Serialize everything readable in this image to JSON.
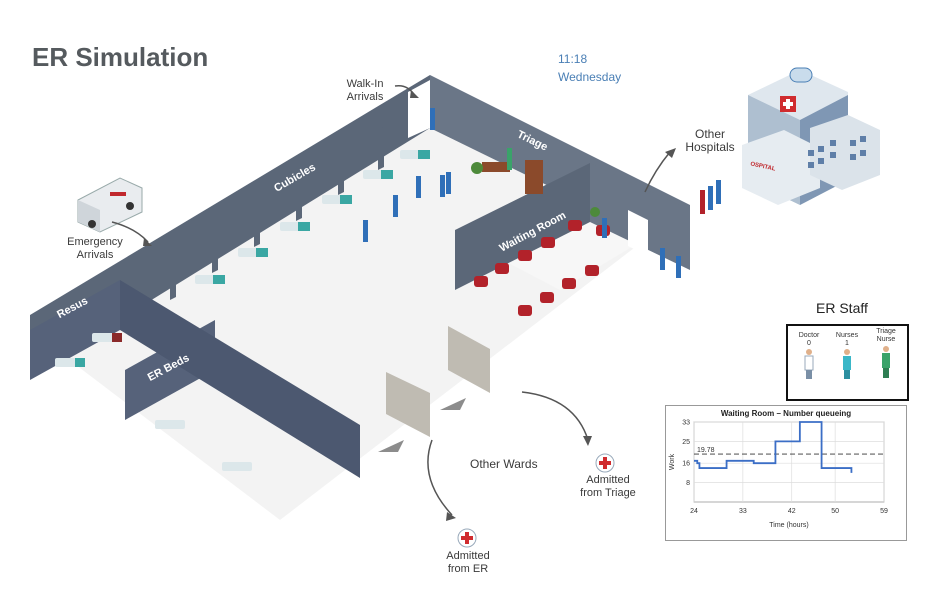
{
  "app": {
    "title": "ER Simulation",
    "clock_time": "11:18",
    "clock_day": "Wednesday"
  },
  "labels": {
    "walk_in": [
      "Walk-In",
      "Arrivals"
    ],
    "emergency": [
      "Emergency",
      "Arrivals"
    ],
    "other_hospitals": [
      "Other",
      "Hospitals"
    ],
    "other_wards": "Other Wards",
    "admitted_triage": [
      "Admitted",
      "from Triage"
    ],
    "admitted_er": [
      "Admitted",
      "from ER"
    ],
    "hospital_sign": "OSPITAL"
  },
  "rooms": {
    "cubicles": "Cubicles",
    "triage": "Triage",
    "waiting": "Waiting Room",
    "resus": "Resus",
    "er_beds": "ER Beds"
  },
  "staff_panel": {
    "title": "ER Staff",
    "items": [
      {
        "name": "Doctor",
        "count": "0"
      },
      {
        "name": "Nurses",
        "count": "1"
      },
      {
        "name": "Triage Nurse",
        "count": ""
      }
    ]
  },
  "colors": {
    "wall": "#5b6778",
    "floor": "#f2f2f2",
    "accent_blue": "#4a7fb5",
    "chair_red": "#b2222a",
    "line_blue": "#3b6ec6",
    "bed_teal": "#3aa7a3"
  },
  "chart_data": {
    "type": "line",
    "title": "Waiting Room – Number queueing",
    "xlabel": "Time (hours)",
    "ylabel": "Work",
    "xlim": [
      24,
      59
    ],
    "ylim": [
      0,
      33
    ],
    "xticks": [
      24,
      33,
      42,
      50,
      59
    ],
    "yticks": [
      8,
      16,
      25,
      33
    ],
    "grid": true,
    "mean_line": 19.78,
    "mean_label": "19.78",
    "step": true,
    "x": [
      24,
      24.6,
      25,
      28,
      30,
      35,
      39,
      43.5,
      47.5,
      50.5,
      53
    ],
    "y": [
      17,
      16,
      14,
      14,
      17,
      16,
      25,
      33,
      14,
      14,
      12
    ]
  }
}
